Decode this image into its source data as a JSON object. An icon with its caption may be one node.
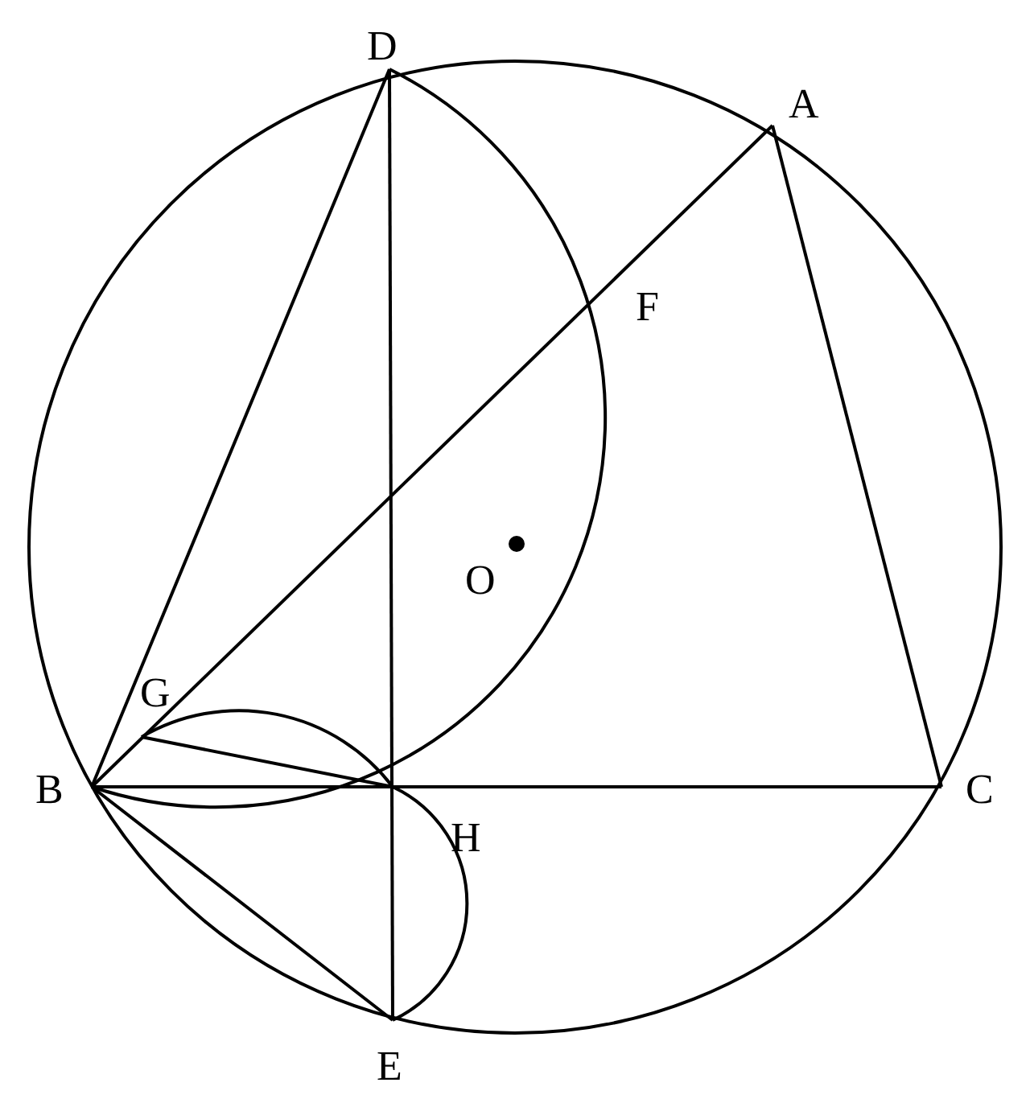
{
  "diagram": {
    "labels": [
      "D",
      "A",
      "F",
      "O",
      "G",
      "B",
      "H",
      "C",
      "E"
    ]
  }
}
